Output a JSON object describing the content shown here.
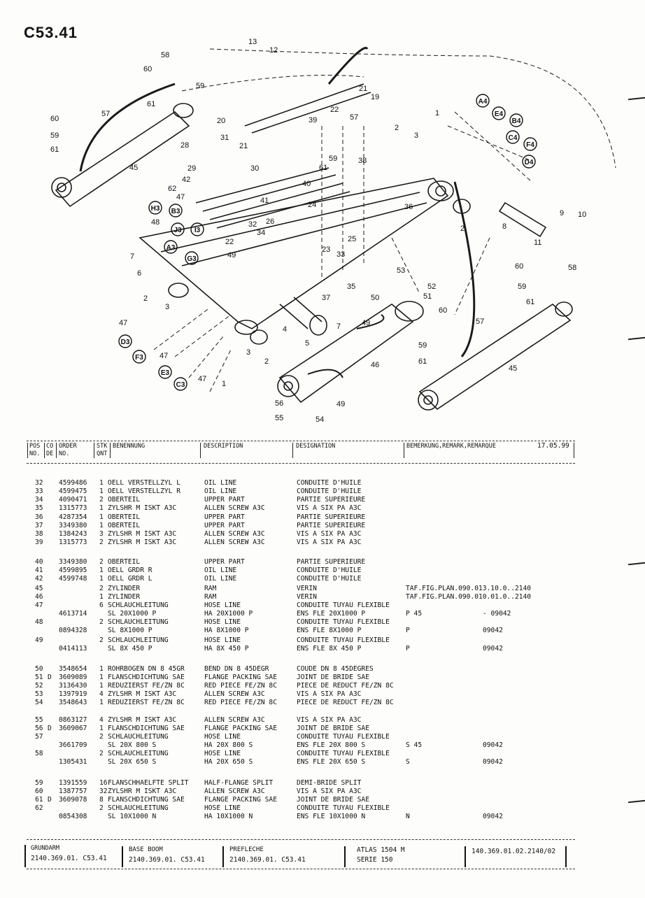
{
  "page": {
    "title": "C53.41",
    "date": "17.05.99"
  },
  "diagram": {
    "callouts": [
      "13",
      "12",
      "58",
      "60",
      "59",
      "57",
      "61",
      "60",
      "59",
      "61",
      "45",
      "28",
      "31",
      "20",
      "21",
      "42",
      "29",
      "30",
      "62",
      "47",
      "48",
      "22",
      "49",
      "26",
      "32",
      "34",
      "7",
      "6",
      "2",
      "3",
      "47",
      "47",
      "37",
      "35",
      "33",
      "23",
      "25",
      "24",
      "40",
      "41",
      "36",
      "38",
      "59",
      "61",
      "21",
      "19",
      "22",
      "39",
      "57",
      "3",
      "2",
      "1",
      "9",
      "10",
      "11",
      "8",
      "2",
      "60",
      "58",
      "59",
      "61",
      "53",
      "52",
      "51",
      "50",
      "49",
      "60",
      "57",
      "59",
      "61",
      "45",
      "46",
      "4",
      "5",
      "7",
      "3",
      "2",
      "1",
      "56",
      "55",
      "54",
      "49"
    ],
    "circled": [
      "H3",
      "B3",
      "J3",
      "I3",
      "A3",
      "G3",
      "D3",
      "F3",
      "E3",
      "C3",
      "A4",
      "E4",
      "B4",
      "C4",
      "F4",
      "D4"
    ]
  },
  "header": {
    "pos": "POS",
    "no": "NO.",
    "co": "CO",
    "de": "DE",
    "order": "ORDER",
    "order_no": "NO.",
    "stk": "STK",
    "qnt": "QNT",
    "benennung": "BENENNUNG",
    "description": "DESCRIPTION",
    "designation": "DESIGNATION",
    "bemerkung": "BEMERKUNG,REMARK,REMARQUE"
  },
  "rows": [
    {
      "pos": "32",
      "co": "",
      "order": "4599486",
      "qty": "1",
      "name": "OELL VERSTELLZYL L",
      "desc": "OIL LINE",
      "desig": "CONDUITE D'HUILE",
      "rem": "",
      "code": ""
    },
    {
      "pos": "33",
      "co": "",
      "order": "4599475",
      "qty": "1",
      "name": "OELL VERSTELLZYL R",
      "desc": "OIL LINE",
      "desig": "CONDUITE D'HUILE",
      "rem": "",
      "code": ""
    },
    {
      "pos": "34",
      "co": "",
      "order": "4090471",
      "qty": "2",
      "name": "OBERTEIL",
      "desc": "UPPER PART",
      "desig": "PARTIE SUPERIEURE",
      "rem": "",
      "code": ""
    },
    {
      "pos": "35",
      "co": "",
      "order": "1315773",
      "qty": "1",
      "name": "ZYLSHR M ISKT A3C",
      "desc": "ALLEN SCREW A3C",
      "desig": "VIS A SIX PA A3C",
      "rem": "",
      "code": ""
    },
    {
      "pos": "36",
      "co": "",
      "order": "4287354",
      "qty": "1",
      "name": "OBERTEIL",
      "desc": "UPPER PART",
      "desig": "PARTIE SUPERIEURE",
      "rem": "",
      "code": ""
    },
    {
      "pos": "37",
      "co": "",
      "order": "3349380",
      "qty": "1",
      "name": "OBERTEIL",
      "desc": "UPPER PART",
      "desig": "PARTIE SUPERIEURE",
      "rem": "",
      "code": ""
    },
    {
      "pos": "38",
      "co": "",
      "order": "1384243",
      "qty": "3",
      "name": "ZYLSHR M ISKT A3C",
      "desc": "ALLEN SCREW A3C",
      "desig": "VIS A SIX PA A3C",
      "rem": "",
      "code": ""
    },
    {
      "pos": "39",
      "co": "",
      "order": "1315773",
      "qty": "2",
      "name": "ZYLSHR M ISKT A3C",
      "desc": "ALLEN SCREW A3C",
      "desig": "VIS A SIX PA A3C",
      "rem": "",
      "code": ""
    },
    {
      "pos": "40",
      "co": "",
      "order": "3349380",
      "qty": "2",
      "name": "OBERTEIL",
      "desc": "UPPER PART",
      "desig": "PARTIE SUPERIEURE",
      "rem": "",
      "code": ""
    },
    {
      "pos": "41",
      "co": "",
      "order": "4599895",
      "qty": "1",
      "name": "OELL GRDR R",
      "desc": "OIL LINE",
      "desig": "CONDUITE D'HUILE",
      "rem": "",
      "code": ""
    },
    {
      "pos": "42",
      "co": "",
      "order": "4599748",
      "qty": "1",
      "name": "OELL GRDR L",
      "desc": "OIL LINE",
      "desig": "CONDUITE D'HUILE",
      "rem": "",
      "code": ""
    },
    {
      "pos": "45",
      "co": "",
      "order": "",
      "qty": "2",
      "name": "ZYLINDER",
      "desc": "RAM",
      "desig": "VERIN",
      "rem": "TAF.FIG.PLAN.090.013.10.0..2140",
      "code": ""
    },
    {
      "pos": "46",
      "co": "",
      "order": "",
      "qty": "1",
      "name": "ZYLINDER",
      "desc": "RAM",
      "desig": "VERIN",
      "rem": "TAF.FIG.PLAN.090.010.01.0..2140",
      "code": ""
    },
    {
      "pos": "47",
      "co": "",
      "order": "",
      "qty": "6",
      "name": "SCHLAUCHLEITUNG",
      "desc": "HOSE LINE",
      "desig": "CONDUITE TUYAU FLEXIBLE",
      "rem": "",
      "code": ""
    },
    {
      "pos": "",
      "co": "",
      "order": "4613714",
      "qty": "",
      "name": "SL 20X1000 P",
      "desc": "HA 20X1000 P",
      "desig": "ENS FLE 20X1000 P",
      "rem": "P 45",
      "code": "- 09042"
    },
    {
      "pos": "48",
      "co": "",
      "order": "",
      "qty": "2",
      "name": "SCHLAUCHLEITUNG",
      "desc": "HOSE LINE",
      "desig": "CONDUITE TUYAU FLEXIBLE",
      "rem": "",
      "code": ""
    },
    {
      "pos": "",
      "co": "",
      "order": "0894328",
      "qty": "",
      "name": "SL 8X1000 P",
      "desc": "HA 8X1000 P",
      "desig": "ENS FLE 8X1000 P",
      "rem": "P",
      "code": "09042"
    },
    {
      "pos": "49",
      "co": "",
      "order": "",
      "qty": "2",
      "name": "SCHLAUCHLEITUNG",
      "desc": "HOSE LINE",
      "desig": "CONDUITE TUYAU FLEXIBLE",
      "rem": "",
      "code": ""
    },
    {
      "pos": "",
      "co": "",
      "order": "0414113",
      "qty": "",
      "name": "SL 8X 450 P",
      "desc": "HA 8X 450 P",
      "desig": "ENS FLE 8X 450 P",
      "rem": "P",
      "code": "09042"
    },
    {
      "pos": "50",
      "co": "",
      "order": "3548654",
      "qty": "1",
      "name": "ROHRBOGEN DN 8 45GR",
      "desc": "BEND DN 8 45DEGR",
      "desig": "COUDE DN 8 45DEGRES",
      "rem": "",
      "code": ""
    },
    {
      "pos": "51",
      "co": "D",
      "order": "3609089",
      "qty": "1",
      "name": "FLANSCHDICHTUNG SAE",
      "desc": "FLANGE PACKING SAE",
      "desig": "JOINT DE BRIDE SAE",
      "rem": "",
      "code": ""
    },
    {
      "pos": "52",
      "co": "",
      "order": "3136430",
      "qty": "1",
      "name": "REDUZIERST FE/ZN 8C",
      "desc": "RED PIECE FE/ZN 8C",
      "desig": "PIECE DE REDUCT FE/ZN 8C",
      "rem": "",
      "code": ""
    },
    {
      "pos": "53",
      "co": "",
      "order": "1397919",
      "qty": "4",
      "name": "ZYLSHR M ISKT A3C",
      "desc": "ALLEN SCREW A3C",
      "desig": "VIS A SIX PA A3C",
      "rem": "",
      "code": ""
    },
    {
      "pos": "54",
      "co": "",
      "order": "3548643",
      "qty": "1",
      "name": "REDUZIERST FE/ZN 8C",
      "desc": "RED PIECE FE/ZN 8C",
      "desig": "PIECE DE REDUCT FE/ZN 8C",
      "rem": "",
      "code": ""
    },
    {
      "pos": "55",
      "co": "",
      "order": "0863127",
      "qty": "4",
      "name": "ZYLSHR M ISKT A3C",
      "desc": "ALLEN SCREW A3C",
      "desig": "VIS A SIX PA A3C",
      "rem": "",
      "code": ""
    },
    {
      "pos": "56",
      "co": "D",
      "order": "3609067",
      "qty": "1",
      "name": "FLANSCHDICHTUNG SAE",
      "desc": "FLANGE PACKING SAE",
      "desig": "JOINT DE BRIDE SAE",
      "rem": "",
      "code": ""
    },
    {
      "pos": "57",
      "co": "",
      "order": "",
      "qty": "2",
      "name": "SCHLAUCHLEITUNG",
      "desc": "HOSE LINE",
      "desig": "CONDUITE TUYAU FLEXIBLE",
      "rem": "",
      "code": ""
    },
    {
      "pos": "",
      "co": "",
      "order": "3661709",
      "qty": "",
      "name": "SL 20X 800 S",
      "desc": "HA 20X 800 S",
      "desig": "ENS FLE 20X 800 S",
      "rem": "S 45",
      "code": "09042"
    },
    {
      "pos": "58",
      "co": "",
      "order": "",
      "qty": "2",
      "name": "SCHLAUCHLEITUNG",
      "desc": "HOSE LINE",
      "desig": "CONDUITE TUYAU FLEXIBLE",
      "rem": "",
      "code": ""
    },
    {
      "pos": "",
      "co": "",
      "order": "1305431",
      "qty": "",
      "name": "SL 20X 650 S",
      "desc": "HA 20X 650 S",
      "desig": "ENS FLE 20X 650 S",
      "rem": "S",
      "code": "09042"
    },
    {
      "pos": "59",
      "co": "",
      "order": "1391559",
      "qty": "16",
      "name": "FLANSCHHAELFTE SPLIT",
      "desc": "HALF-FLANGE SPLIT",
      "desig": "DEMI-BRIDE SPLIT",
      "rem": "",
      "code": ""
    },
    {
      "pos": "60",
      "co": "",
      "order": "1387757",
      "qty": "32",
      "name": "ZYLSHR M ISKT A3C",
      "desc": "ALLEN SCREW A3C",
      "desig": "VIS A SIX PA A3C",
      "rem": "",
      "code": ""
    },
    {
      "pos": "61",
      "co": "D",
      "order": "3609078",
      "qty": "8",
      "name": "FLANSCHDICHTUNG SAE",
      "desc": "FLANGE PACKING SAE",
      "desig": "JOINT DE BRIDE SAE",
      "rem": "",
      "code": ""
    },
    {
      "pos": "62",
      "co": "",
      "order": "",
      "qty": "2",
      "name": "SCHLAUCHLEITUNG",
      "desc": "HOSE LINE",
      "desig": "CONDUITE TUYAU FLEXIBLE",
      "rem": "",
      "code": ""
    },
    {
      "pos": "",
      "co": "",
      "order": "0854308",
      "qty": "",
      "name": "SL 10X1000 N",
      "desc": "HA 10X1000 N",
      "desig": "ENS FLE 10X1000 N",
      "rem": "N",
      "code": "09042"
    }
  ],
  "footer": {
    "grundarm_label": "GRUNDARM",
    "grundarm_no": "2140.369.01. C53.41",
    "base_boom_label": "BASE BOOM",
    "base_boom_no": "2140.369.01. C53.41",
    "prefleche_label": "PREFLECHE",
    "prefleche_no": "2140.369.01. C53.41",
    "model": "ATLAS 1504 M",
    "serie": "SERIE 150",
    "doc_no": "140.369.01.02.2140/02"
  }
}
